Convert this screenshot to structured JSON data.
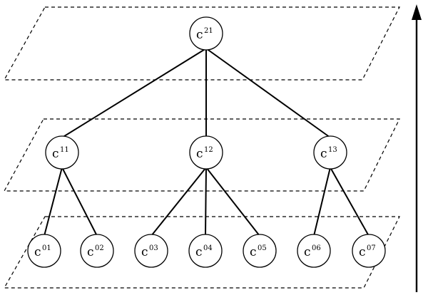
{
  "diagram": {
    "layers": [
      {
        "id": "layer-2",
        "nodes": [
          {
            "id": "c21",
            "base": "c",
            "sup": "21"
          }
        ]
      },
      {
        "id": "layer-1",
        "nodes": [
          {
            "id": "c11",
            "base": "c",
            "sup": "11"
          },
          {
            "id": "c12",
            "base": "c",
            "sup": "12"
          },
          {
            "id": "c13",
            "base": "c",
            "sup": "13"
          }
        ]
      },
      {
        "id": "layer-0",
        "nodes": [
          {
            "id": "c01",
            "base": "c",
            "sup": "01"
          },
          {
            "id": "c02",
            "base": "c",
            "sup": "02"
          },
          {
            "id": "c03",
            "base": "c",
            "sup": "03"
          },
          {
            "id": "c04",
            "base": "c",
            "sup": "04"
          },
          {
            "id": "c05",
            "base": "c",
            "sup": "05"
          },
          {
            "id": "c06",
            "base": "c",
            "sup": "06"
          },
          {
            "id": "c07",
            "base": "c",
            "sup": "07"
          }
        ]
      }
    ],
    "edges": [
      [
        "c21",
        "c11"
      ],
      [
        "c21",
        "c12"
      ],
      [
        "c21",
        "c13"
      ],
      [
        "c11",
        "c01"
      ],
      [
        "c11",
        "c02"
      ],
      [
        "c12",
        "c03"
      ],
      [
        "c12",
        "c04"
      ],
      [
        "c12",
        "c05"
      ],
      [
        "c13",
        "c06"
      ],
      [
        "c13",
        "c07"
      ]
    ],
    "arrow_direction": "up"
  }
}
